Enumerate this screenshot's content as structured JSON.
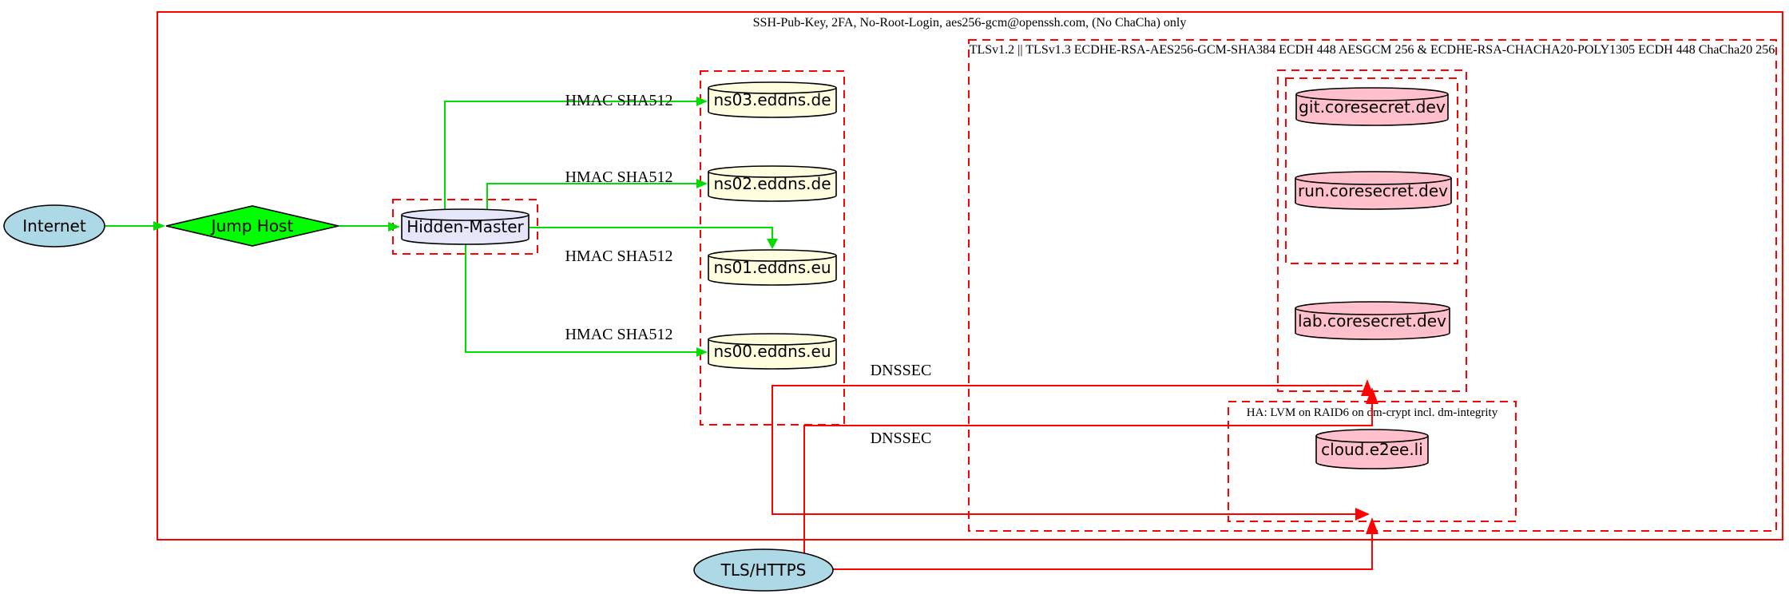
{
  "diagram": {
    "clusters": {
      "ssh": {
        "label": "SSH-Pub-Key, 2FA, No-Root-Login, aes256-gcm@openssh.com, (No ChaCha) only"
      },
      "tls": {
        "label": "TLSv1.2 || TLSv1.3 ECDHE-RSA-AES256-GCM-SHA384 ECDH 448 AESGCM 256 & ECDHE-RSA-CHACHA20-POLY1305 ECDH 448 ChaCha20 256"
      },
      "ha": {
        "label": "HA: LVM on RAID6 on dm-crypt incl. dm-integrity"
      }
    },
    "nodes": {
      "internet": {
        "label": "Internet",
        "shape": "ellipse",
        "fill": "#add8e6"
      },
      "jump_host": {
        "label": "Jump Host",
        "shape": "diamond",
        "fill": "#00ff00"
      },
      "hidden_master": {
        "label": "Hidden-Master",
        "shape": "cylinder",
        "fill": "#e6e6fa"
      },
      "ns03": {
        "label": "ns03.eddns.de",
        "shape": "cylinder",
        "fill": "#ffffe0"
      },
      "ns02": {
        "label": "ns02.eddns.de",
        "shape": "cylinder",
        "fill": "#ffffe0"
      },
      "ns01": {
        "label": "ns01.eddns.eu",
        "shape": "cylinder",
        "fill": "#ffffe0"
      },
      "ns00": {
        "label": "ns00.eddns.eu",
        "shape": "cylinder",
        "fill": "#ffffe0"
      },
      "git": {
        "label": "git.coresecret.dev",
        "shape": "cylinder",
        "fill": "#ffc0cb"
      },
      "run": {
        "label": "run.coresecret.dev",
        "shape": "cylinder",
        "fill": "#ffc0cb"
      },
      "lab": {
        "label": "lab.coresecret.dev",
        "shape": "cylinder",
        "fill": "#ffc0cb"
      },
      "cloud": {
        "label": "cloud.e2ee.li",
        "shape": "cylinder",
        "fill": "#ffc0cb"
      },
      "tls_https": {
        "label": "TLS/HTTPS",
        "shape": "ellipse",
        "fill": "#add8e6"
      }
    },
    "edges": {
      "hmac_ns03": {
        "label": "HMAC SHA512"
      },
      "hmac_ns02": {
        "label": "HMAC SHA512"
      },
      "hmac_ns01": {
        "label": "HMAC SHA512"
      },
      "hmac_ns00": {
        "label": "HMAC SHA512"
      },
      "dnssec_top": {
        "label": "DNSSEC"
      },
      "dnssec_bottom": {
        "label": "DNSSEC"
      }
    },
    "colors": {
      "edge_green": "#00dd00",
      "edge_red": "#ff0000",
      "cluster_border_red": "#ff0000",
      "node_border": "#000000",
      "node_lightblue": "#add8e6",
      "node_green": "#00ff00",
      "node_lavender": "#e6e6fa",
      "node_lightyellow": "#ffffe0",
      "node_pink": "#ffc0cb"
    }
  }
}
